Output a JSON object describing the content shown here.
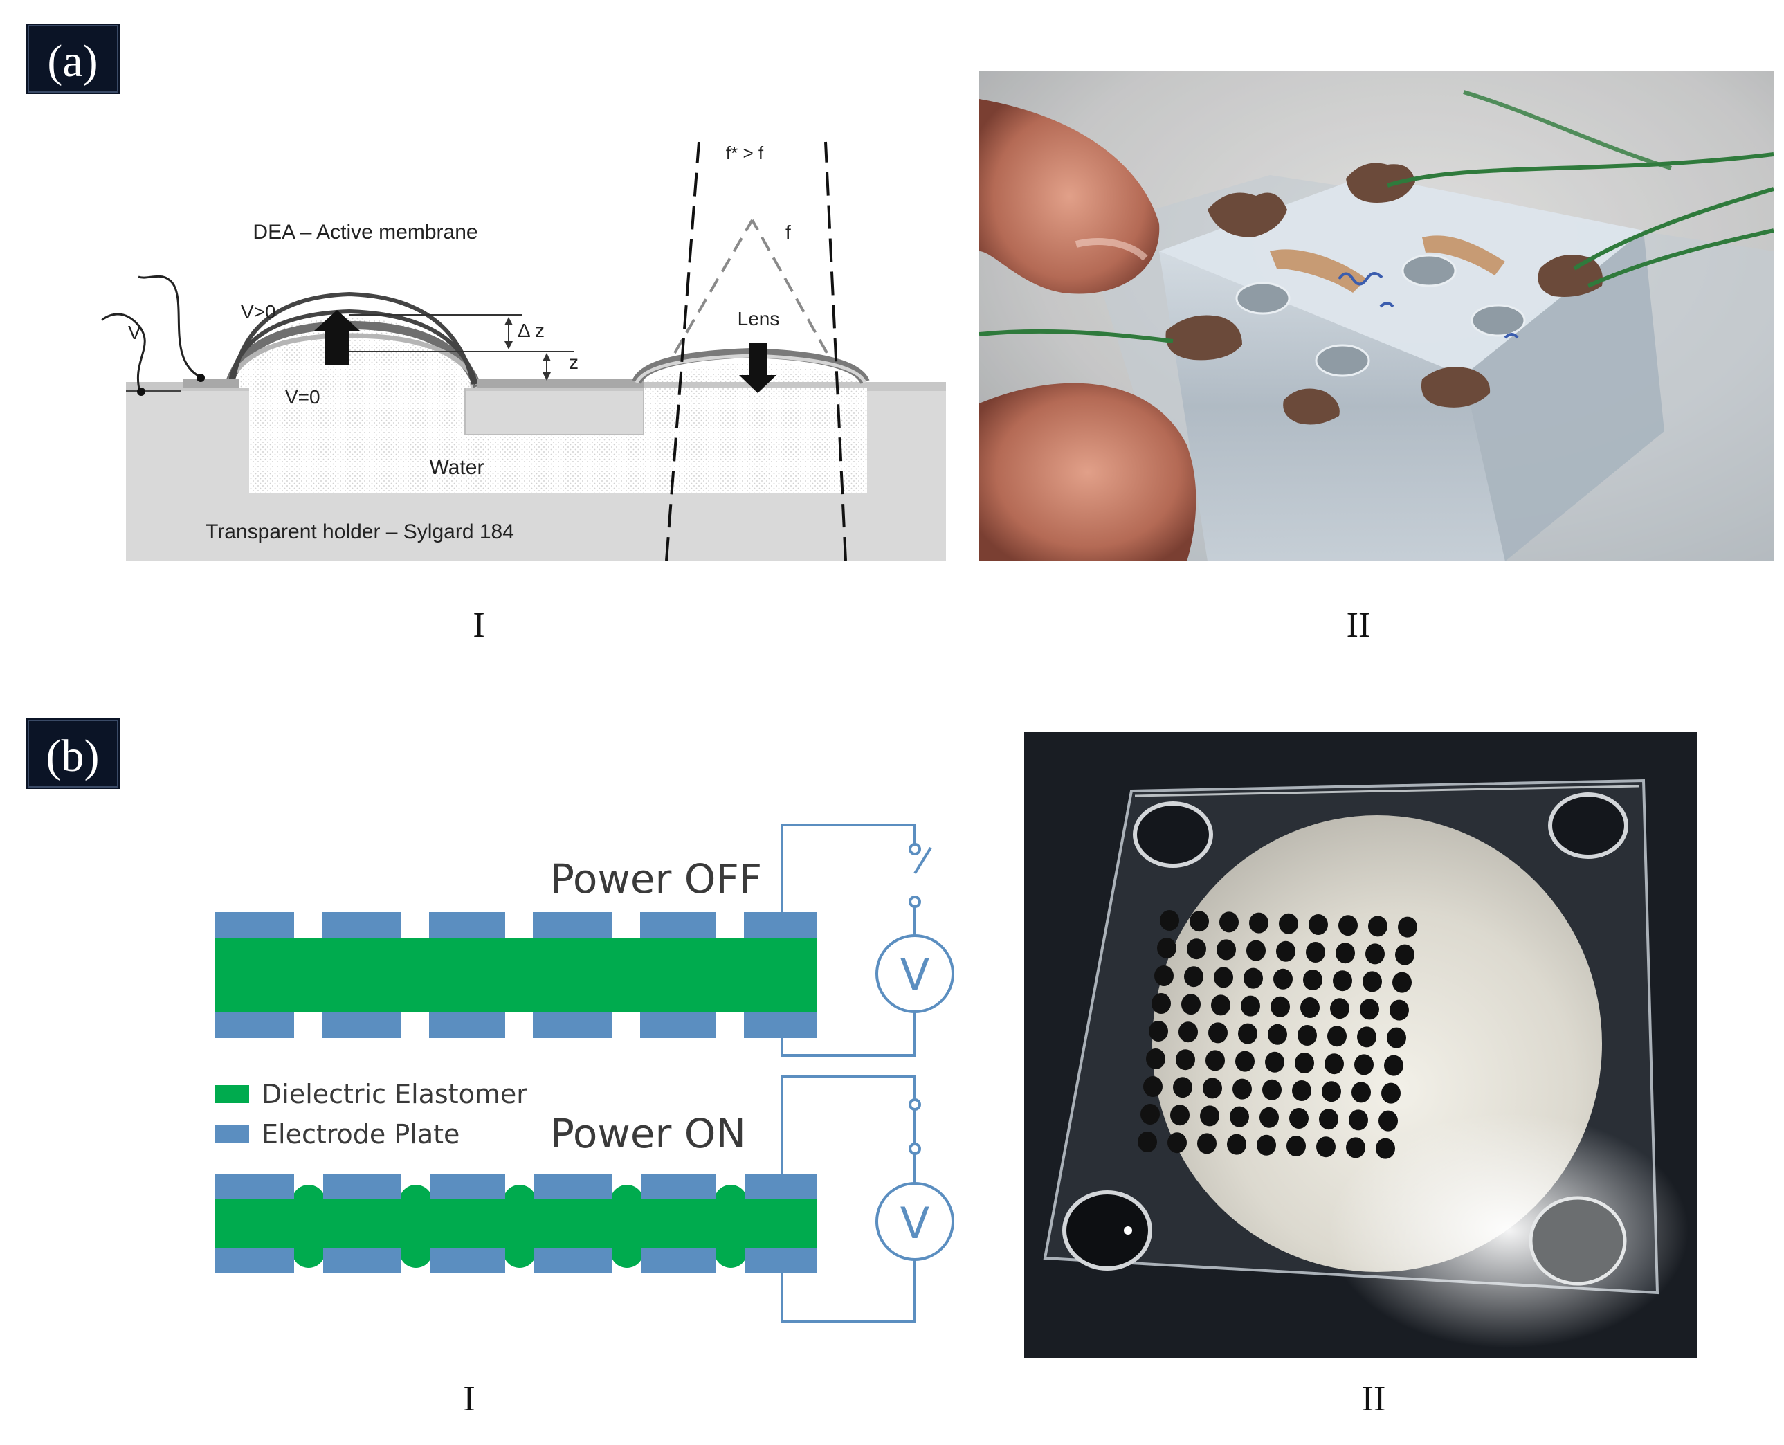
{
  "panels": {
    "a": {
      "badge": "(a)",
      "sub_I": "I",
      "sub_II": "II",
      "diagram": {
        "membrane_label": "DEA – Active membrane",
        "voltage_label": "V",
        "v_on_label": "V>0",
        "v_off_label": "V=0",
        "delta_z_label": "Δ z",
        "z_label": "z",
        "focal_far_label": "f* > f",
        "focal_label": "f",
        "lens_label": "Lens",
        "water_label": "Water",
        "holder_label": "Transparent holder – Sylgard 184"
      }
    },
    "b": {
      "badge": "(b)",
      "sub_I": "I",
      "sub_II": "II",
      "diagram": {
        "power_off_label": "Power OFF",
        "power_on_label": "Power ON",
        "meter_label_top": "V",
        "meter_label_bottom": "V",
        "legend": [
          {
            "label": "Dielectric Elastomer",
            "color": "#00ab4e"
          },
          {
            "label": "Electrode Plate",
            "color": "#5b8ec0"
          }
        ]
      }
    }
  },
  "colors": {
    "badge_bg": "#0b1426",
    "holder_gray": "#d9d9d9",
    "elastomer_green": "#00ab4e",
    "electrode_blue": "#5b8ec0",
    "circuit_blue": "#5b8ec0"
  }
}
